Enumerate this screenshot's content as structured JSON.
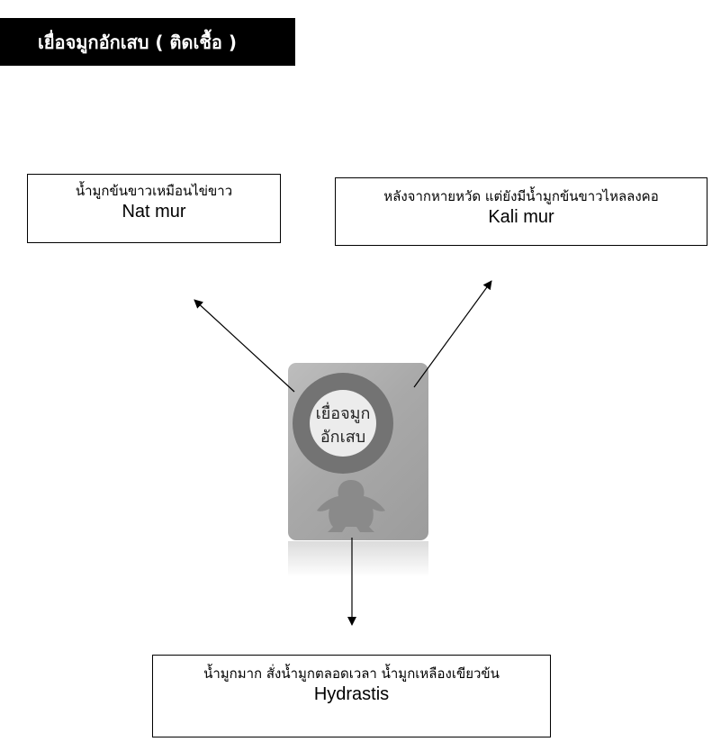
{
  "title": "เยื่อจมูกอักเสบ ( ติดเชื้อ )",
  "center": {
    "label_line1": "เยื่อจมูก",
    "label_line2": "อักเสบ"
  },
  "boxes": {
    "natmur": {
      "description": "น้ำมูกข้นขาวเหมือนไข่ขาว",
      "remedy": "Nat mur"
    },
    "kalimur": {
      "description": "หลังจากหายหวัด แต่ยังมีน้ำมูกข้นขาวไหลลงคอ",
      "remedy": "Kali mur"
    },
    "hydrastis": {
      "description": "น้ำมูกมาก สั่งน้ำมูกตลอดเวลา น้ำมูกเหลืองเขียวข้น",
      "remedy": "Hydrastis"
    }
  }
}
